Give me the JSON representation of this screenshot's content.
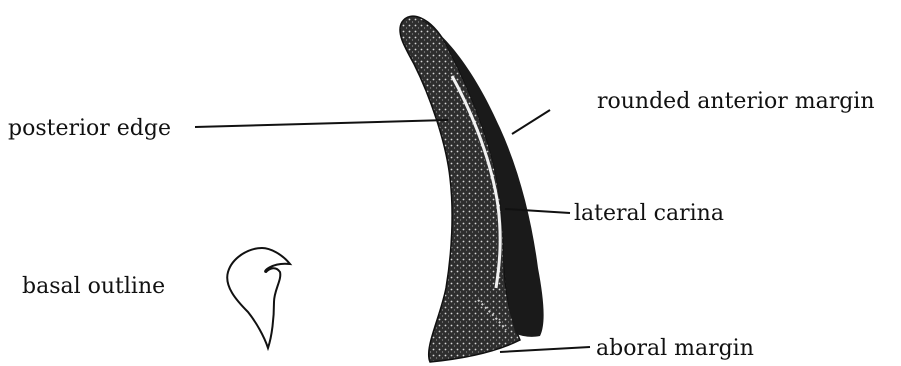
{
  "labels": {
    "posterior_edge": "posterior edge",
    "rounded_anterior_margin": "rounded anterior margin",
    "lateral_carina": "lateral carina",
    "basal_outline": "basal outline",
    "aboral_margin": "aboral margin"
  },
  "colors": {
    "ink": "#111111",
    "dark_band": "#1a1a1a",
    "stipple_fill": "#3a3a3a",
    "highlight": "#f2f2f2",
    "background": "#ffffff"
  }
}
